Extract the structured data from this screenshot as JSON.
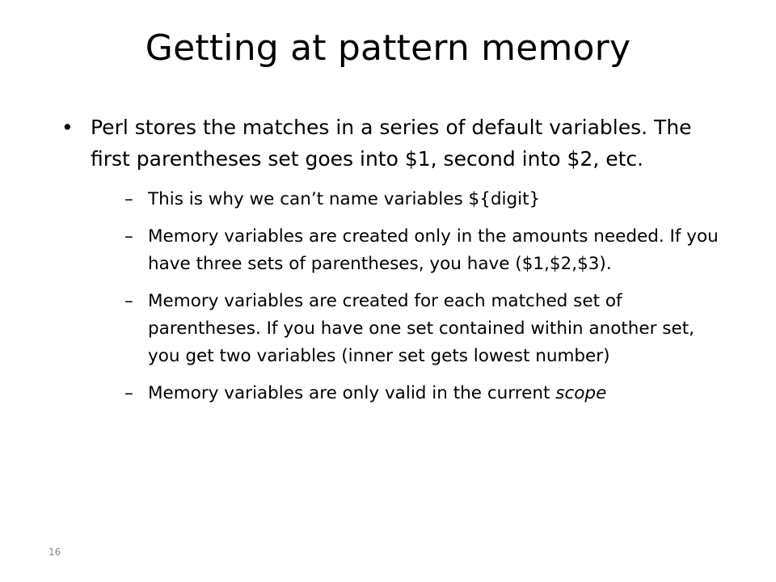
{
  "slide": {
    "title": "Getting at pattern memory",
    "bullet_marker": "•",
    "dash_marker": "–",
    "bullets": [
      {
        "text": "Perl stores the matches in a series of default variables.  The first parentheses set goes into $1, second into $2, etc.",
        "sub_bullets": [
          {
            "text": "This is why we can’t name variables ${digit}"
          },
          {
            "text": "Memory variables are created only in the amounts needed.  If you have three sets of parentheses, you have ($1,$2,$3)."
          },
          {
            "text": "Memory variables are created for each matched set of parentheses.  If you have one set contained within another set, you get two variables (inner set gets lowest number)"
          },
          {
            "text": "Memory variables are only valid in the current",
            "italic_word": "scope"
          }
        ]
      }
    ],
    "page_number": "16"
  }
}
